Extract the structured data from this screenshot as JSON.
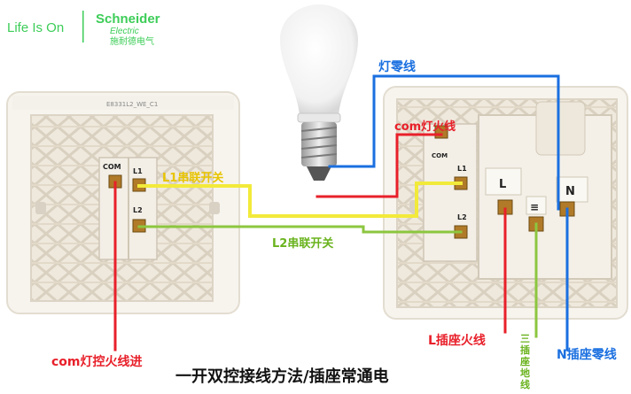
{
  "brand": {
    "slogan": "Life Is On",
    "name": "Schneider",
    "sub": "Electric",
    "cn": "施耐德电气",
    "color": "#3dcd58"
  },
  "left_switch": {
    "model": "E8331L2_WE_C1",
    "terminal_com": "COM",
    "terminal_l1": "L1",
    "terminal_l2": "L2"
  },
  "right_panel": {
    "terminal_com": "COM",
    "terminal_l1": "L1",
    "terminal_l2": "L2",
    "socket_l": "L",
    "socket_n": "N",
    "socket_e": "≡"
  },
  "labels": {
    "lamp_neutral": "灯零线",
    "com_live": "com灯火线",
    "l1_series": "L1串联开关",
    "l2_series": "L2串联开关",
    "com_in": "com灯控火线进",
    "l_socket_live": "L插座火线",
    "ground": "三插座地线",
    "n_socket_neutral": "N插座零线",
    "title": "一开双控接线方法/插座常通电"
  },
  "colors": {
    "red": "#e8202a",
    "blue": "#1a6fe0",
    "yellow": "#f2ea3a",
    "green": "#8cc63f",
    "label_red": "#e8202a",
    "label_green": "#6ab31e",
    "label_blue": "#1a6fe0"
  }
}
